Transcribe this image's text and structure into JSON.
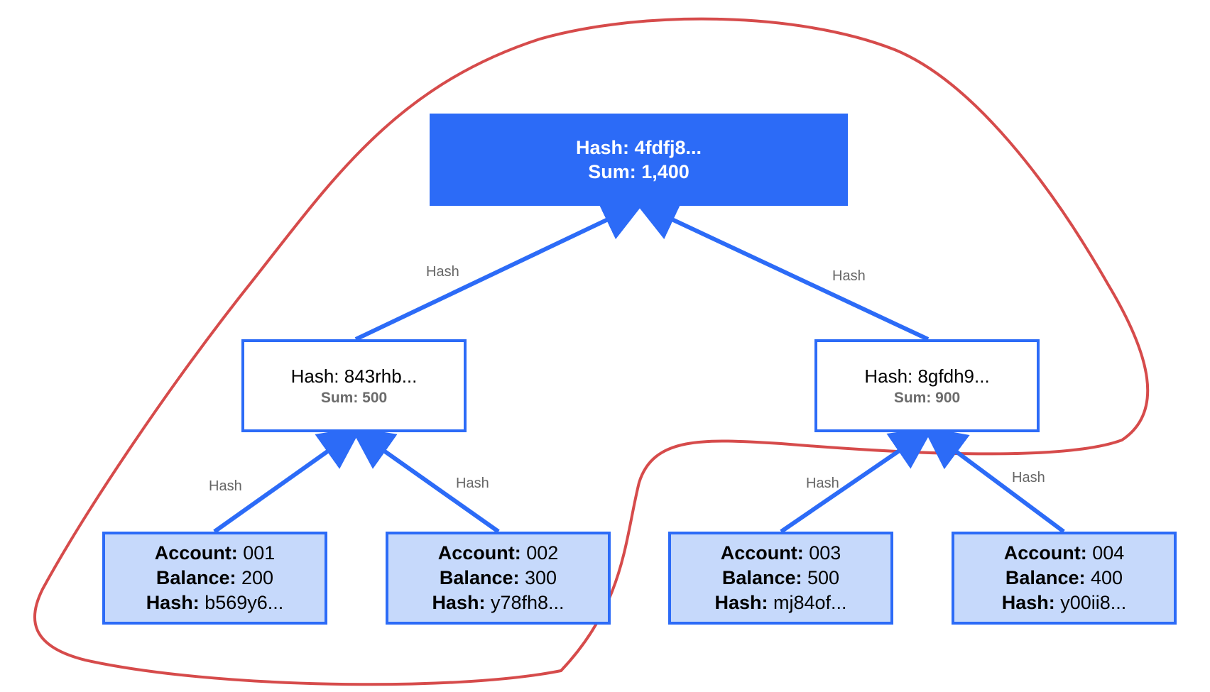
{
  "root": {
    "hash": "Hash: 4fdfj8...",
    "sum": "Sum: 1,400"
  },
  "intermediate": [
    {
      "hash": "Hash: 843rhb...",
      "sum": "Sum: 500"
    },
    {
      "hash": "Hash: 8gfdh9...",
      "sum": "Sum: 900"
    }
  ],
  "leaves": [
    {
      "account_label": "Account:",
      "account": "001",
      "balance_label": "Balance:",
      "balance": "200",
      "hash_label": "Hash:",
      "hash": "b569y6..."
    },
    {
      "account_label": "Account:",
      "account": "002",
      "balance_label": "Balance:",
      "balance": "300",
      "hash_label": "Hash:",
      "hash": "y78fh8..."
    },
    {
      "account_label": "Account:",
      "account": "003",
      "balance_label": "Balance:",
      "balance": "500",
      "hash_label": "Hash:",
      "hash": "mj84of..."
    },
    {
      "account_label": "Account:",
      "account": "004",
      "balance_label": "Balance:",
      "balance": "400",
      "hash_label": "Hash:",
      "hash": "y00ii8..."
    }
  ],
  "edge_labels": {
    "mid_left_to_root": "Hash",
    "mid_right_to_root": "Hash",
    "leaf1_to_mid_left": "Hash",
    "leaf2_to_mid_left": "Hash",
    "leaf3_to_mid_right": "Hash",
    "leaf4_to_mid_right": "Hash"
  },
  "colors": {
    "node_blue": "#2c6bf7",
    "leaf_fill": "#c6d9fb",
    "highlight_outline": "#d64b4b",
    "edge_label": "#666666"
  }
}
